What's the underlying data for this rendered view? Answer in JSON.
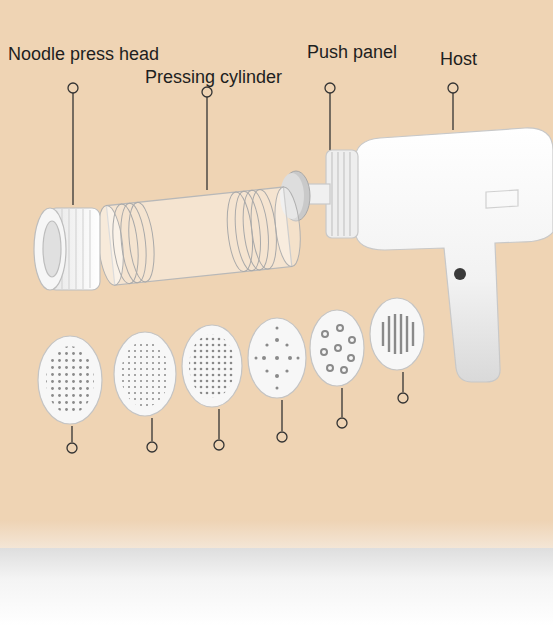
{
  "diagram": {
    "labels": [
      "Noodle press head",
      "Pressing cylinder",
      "Push panel",
      "Host"
    ]
  }
}
